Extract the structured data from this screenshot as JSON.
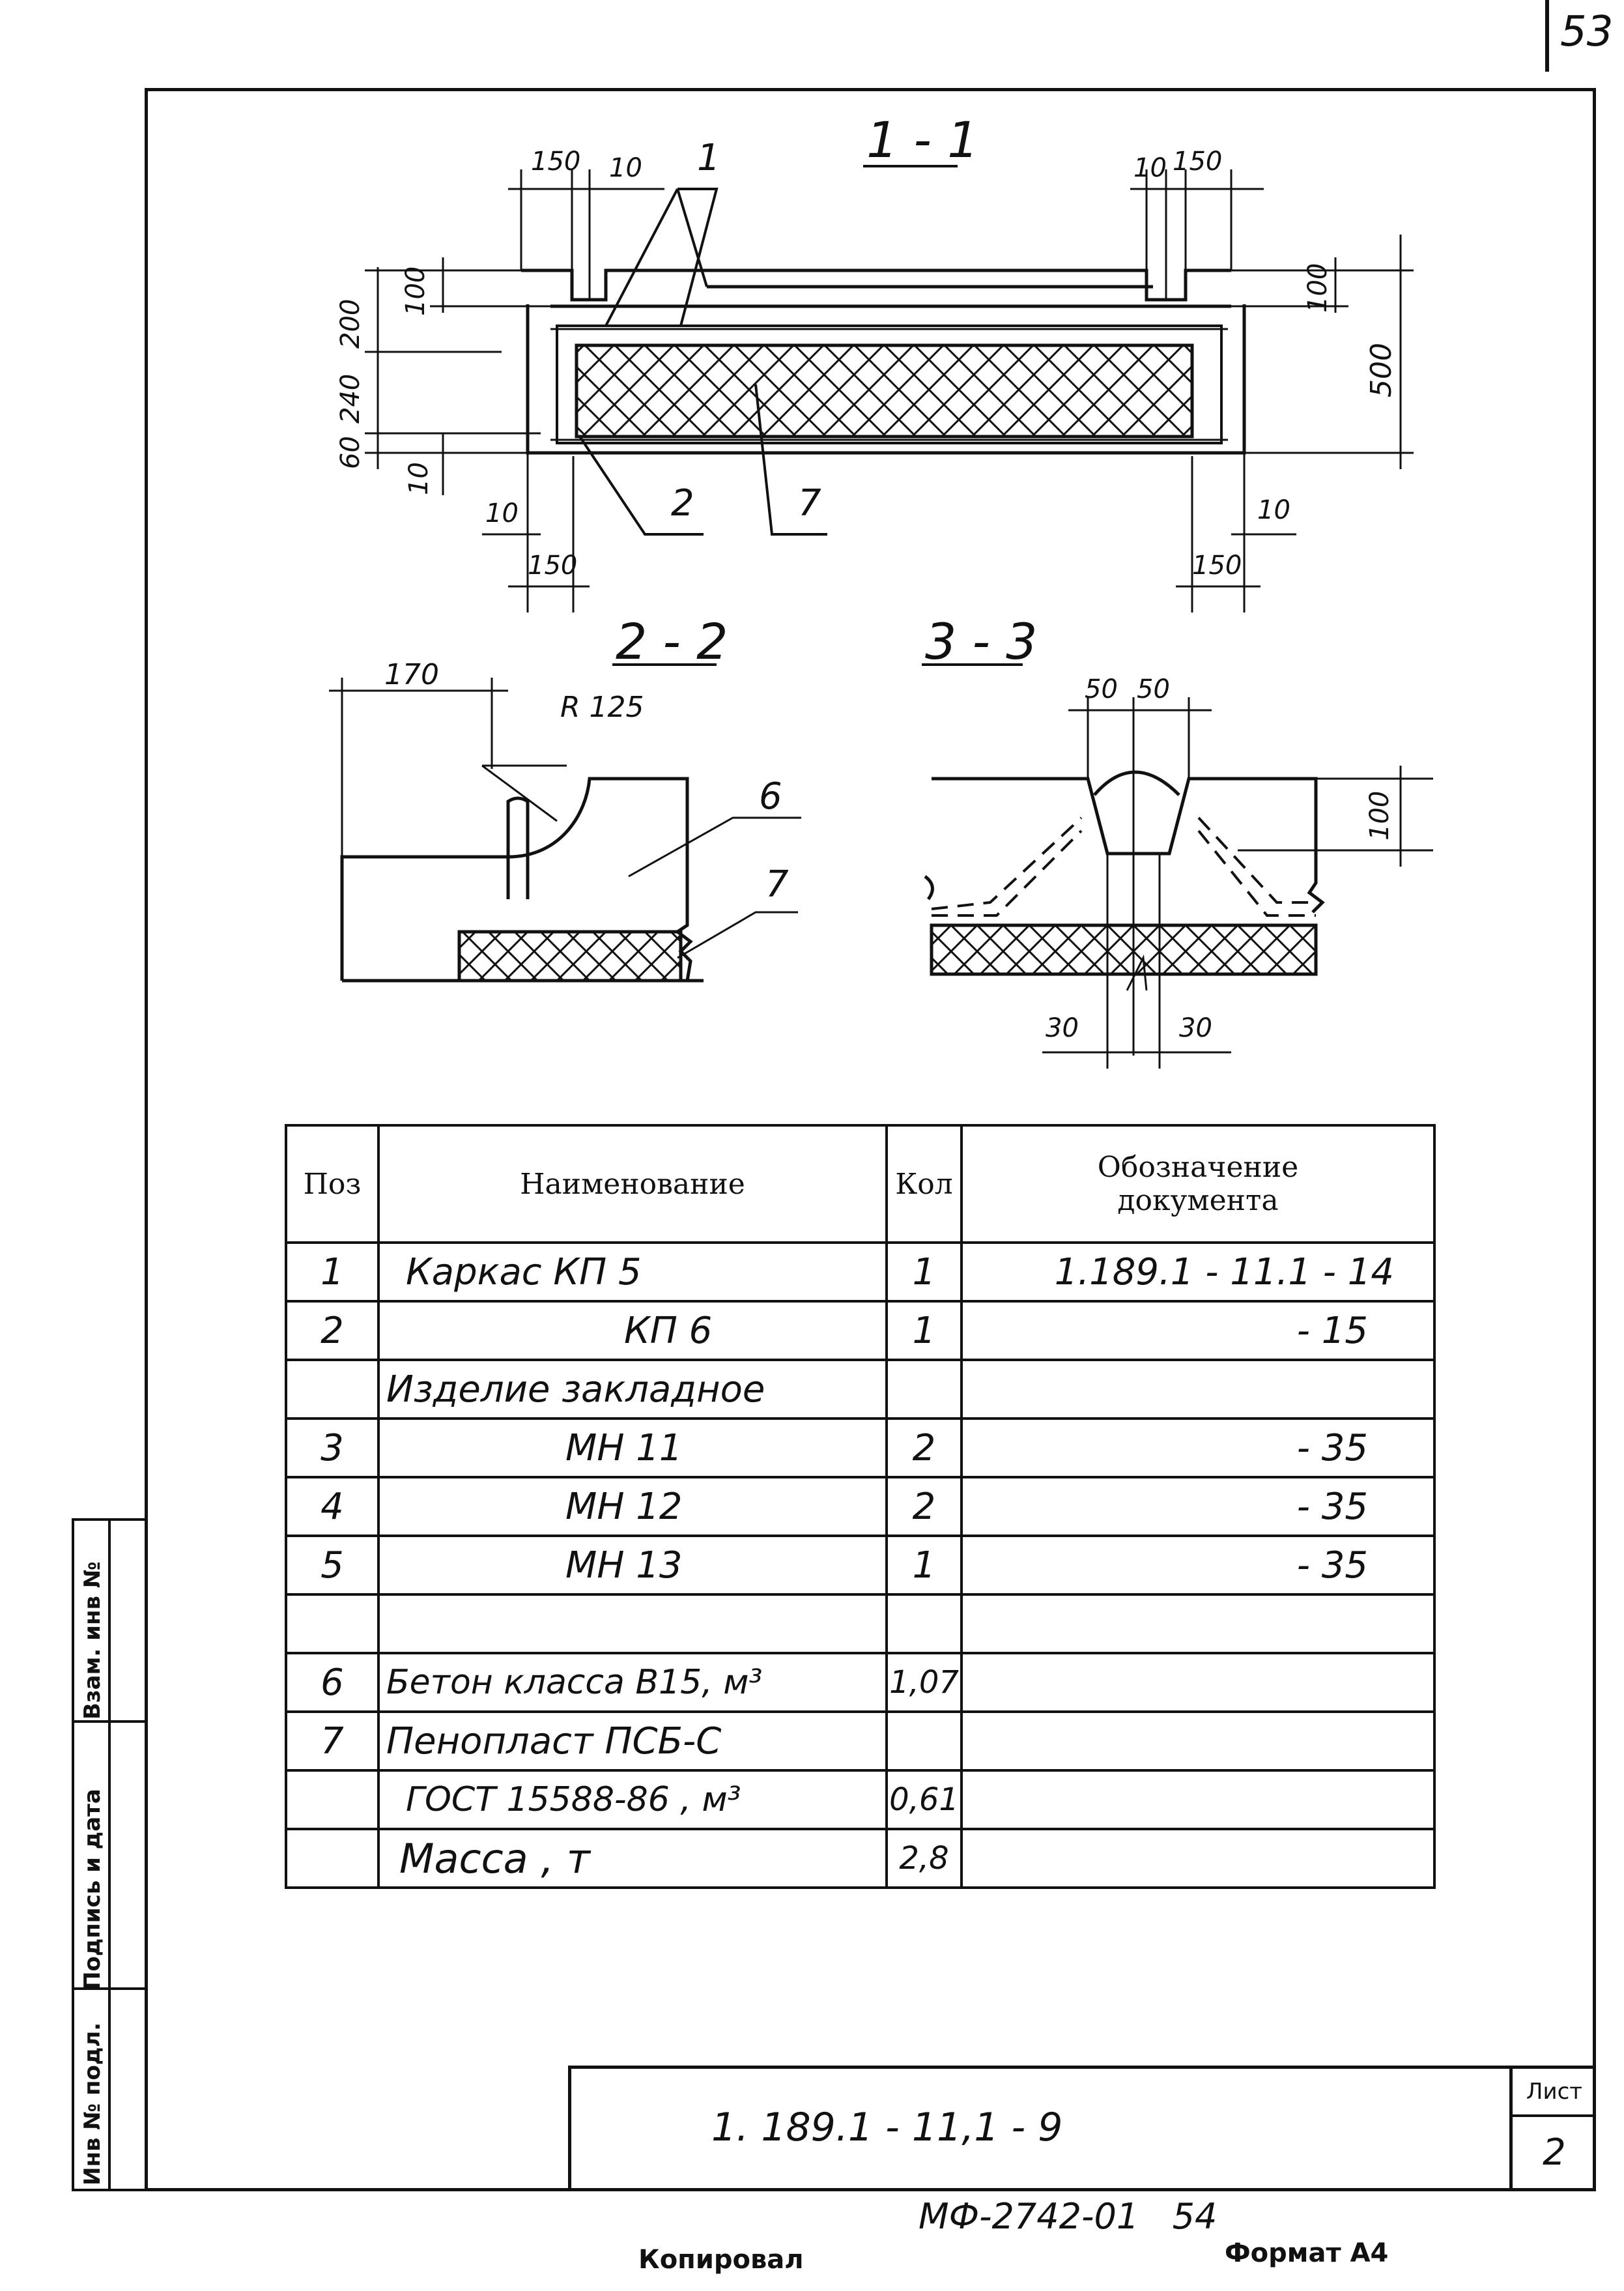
{
  "page_number": "53",
  "sections": {
    "s11": "1 - 1",
    "s22": "2 - 2",
    "s33": "3 - 3"
  },
  "dims_11": {
    "t150l": "150",
    "t10l": "10",
    "t1": "1",
    "t10r": "10",
    "t150r": "150",
    "v200": "200",
    "v100l": "100",
    "v240": "240",
    "v60": "60",
    "v10l": "10",
    "v100r": "100",
    "v500": "500",
    "b10l": "10",
    "b150l": "150",
    "b2": "2",
    "b7": "7",
    "b10r": "10",
    "b150r": "150"
  },
  "dims_22": {
    "d170": "170",
    "r125": "R 125",
    "p6": "6",
    "p7": "7"
  },
  "dims_33": {
    "d50a": "50",
    "d50b": "50",
    "d100": "100",
    "d30a": "30",
    "d30b": "30"
  },
  "table": {
    "headers": {
      "pos": "Поз",
      "name": "Наименование",
      "qty": "Кол",
      "doc_line1": "Обозначение",
      "doc_line2": "документа"
    },
    "rows": [
      {
        "pos": "1",
        "name": "Каркас   КП 5",
        "qty": "1",
        "doc": "1.189.1 - 11.1 - 14"
      },
      {
        "pos": "2",
        "name": "КП 6",
        "qty": "1",
        "doc": "- 15"
      },
      {
        "pos": "",
        "name": "Изделие закладное",
        "qty": "",
        "doc": ""
      },
      {
        "pos": "3",
        "name": "МН 11",
        "qty": "2",
        "doc": "- 35"
      },
      {
        "pos": "4",
        "name": "МН 12",
        "qty": "2",
        "doc": "- 35"
      },
      {
        "pos": "5",
        "name": "МН 13",
        "qty": "1",
        "doc": "- 35"
      },
      {
        "pos": "",
        "name": "",
        "qty": "",
        "doc": ""
      },
      {
        "pos": "6",
        "name": "Бетон класса В15, м³",
        "qty": "1,07",
        "doc": ""
      },
      {
        "pos": "7",
        "name": "Пенопласт ПСБ-С",
        "qty": "",
        "doc": ""
      },
      {
        "pos": "",
        "name": "ГОСТ 15588-86 , м³",
        "qty": "0,61",
        "doc": ""
      },
      {
        "pos": "",
        "name": "Масса , т",
        "qty": "2,8",
        "doc": ""
      }
    ]
  },
  "sidebar": {
    "inv_podl": "Инв № подл.",
    "podpis": "Подпись и дата",
    "vzam": "Взам. инв №"
  },
  "stamp": {
    "code": "1. 189.1 - 11,1 - 9",
    "sheet_label": "Лист",
    "sheet_number": "2"
  },
  "footer": {
    "mf": "МФ-2742-01   54",
    "copied": "Копировал",
    "format": "Формат А4"
  }
}
